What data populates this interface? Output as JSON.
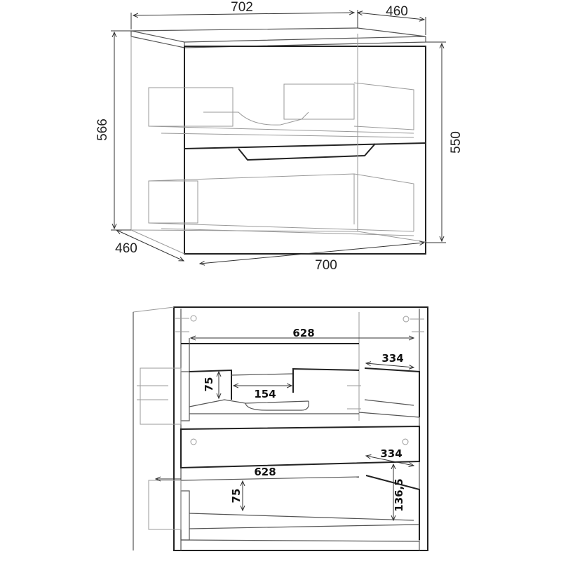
{
  "top_view": {
    "width_top": "702",
    "depth_top": "460",
    "height_total": "566",
    "height_front": "550",
    "depth_bottom": "460",
    "width_front": "700"
  },
  "inner_view": {
    "upper_drawer_width": "628",
    "upper_drawer_depth": "334",
    "upper_drawer_height": "75",
    "upper_cutout_width": "154",
    "lower_drawer_depth": "334",
    "lower_drawer_width": "628",
    "lower_drawer_height": "75",
    "lower_drawer_inner_height": "136,5"
  }
}
